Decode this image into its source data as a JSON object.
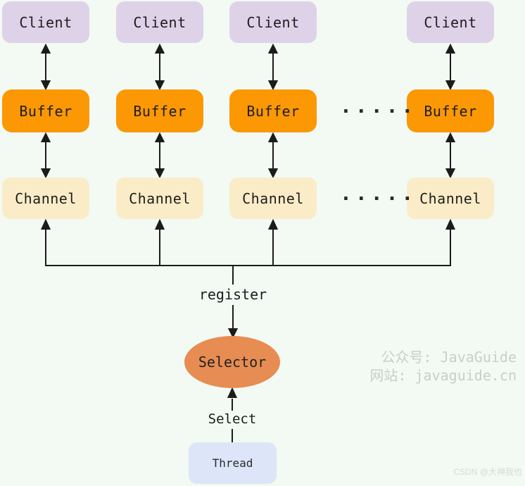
{
  "diagram": {
    "title_semantics": "Java NIO multiplexing model",
    "background_color": "#F2FAF3",
    "rows": {
      "client": {
        "label": "Client",
        "color": "#DED2E8"
      },
      "buffer": {
        "label": "Buffer",
        "color": "#FB9804"
      },
      "channel": {
        "label": "Channel",
        "color": "#FBECC8"
      }
    },
    "column_count": 4,
    "ellipsis": ".....",
    "register_label": "register",
    "selector": {
      "label": "Selector",
      "color": "#E78C52"
    },
    "select_label": "Select",
    "thread": {
      "label": "Thread",
      "color": "#DCE6F8"
    },
    "line_color": "#1b1b1b",
    "watermark": {
      "line1": "公众号: JavaGuide",
      "line2": "网站: javaguide.cn"
    },
    "csdn_watermark": "CSDN @大神我也"
  }
}
